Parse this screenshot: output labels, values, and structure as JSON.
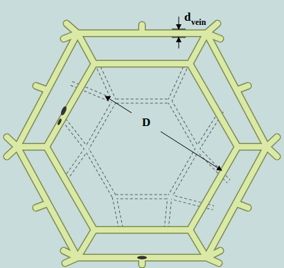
{
  "diagram": {
    "labels": [
      "d",
      "vein",
      "D"
    ]
  }
}
